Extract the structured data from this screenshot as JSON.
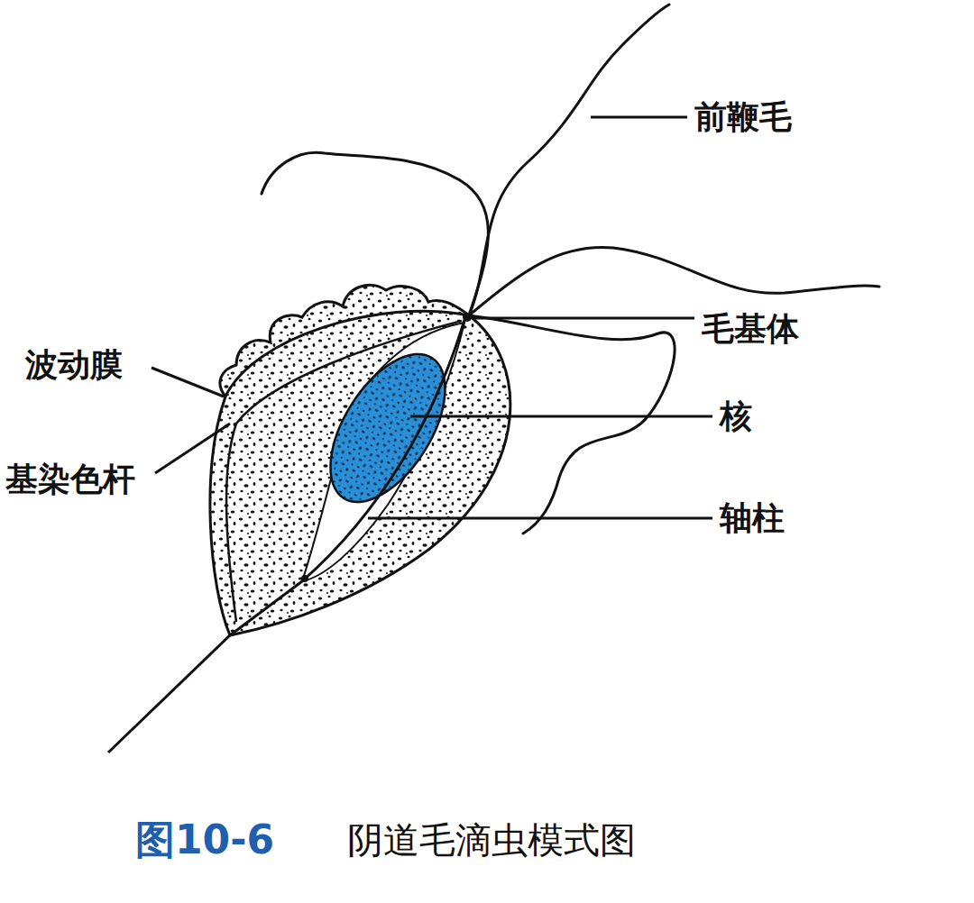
{
  "diagram": {
    "caption": "阴道毛滴虫模式图",
    "labels": [
      "前鞭毛",
      "毛基体",
      "核",
      "轴柱",
      "波动膜",
      "基染色杆",
      "图10-6"
    ]
  }
}
